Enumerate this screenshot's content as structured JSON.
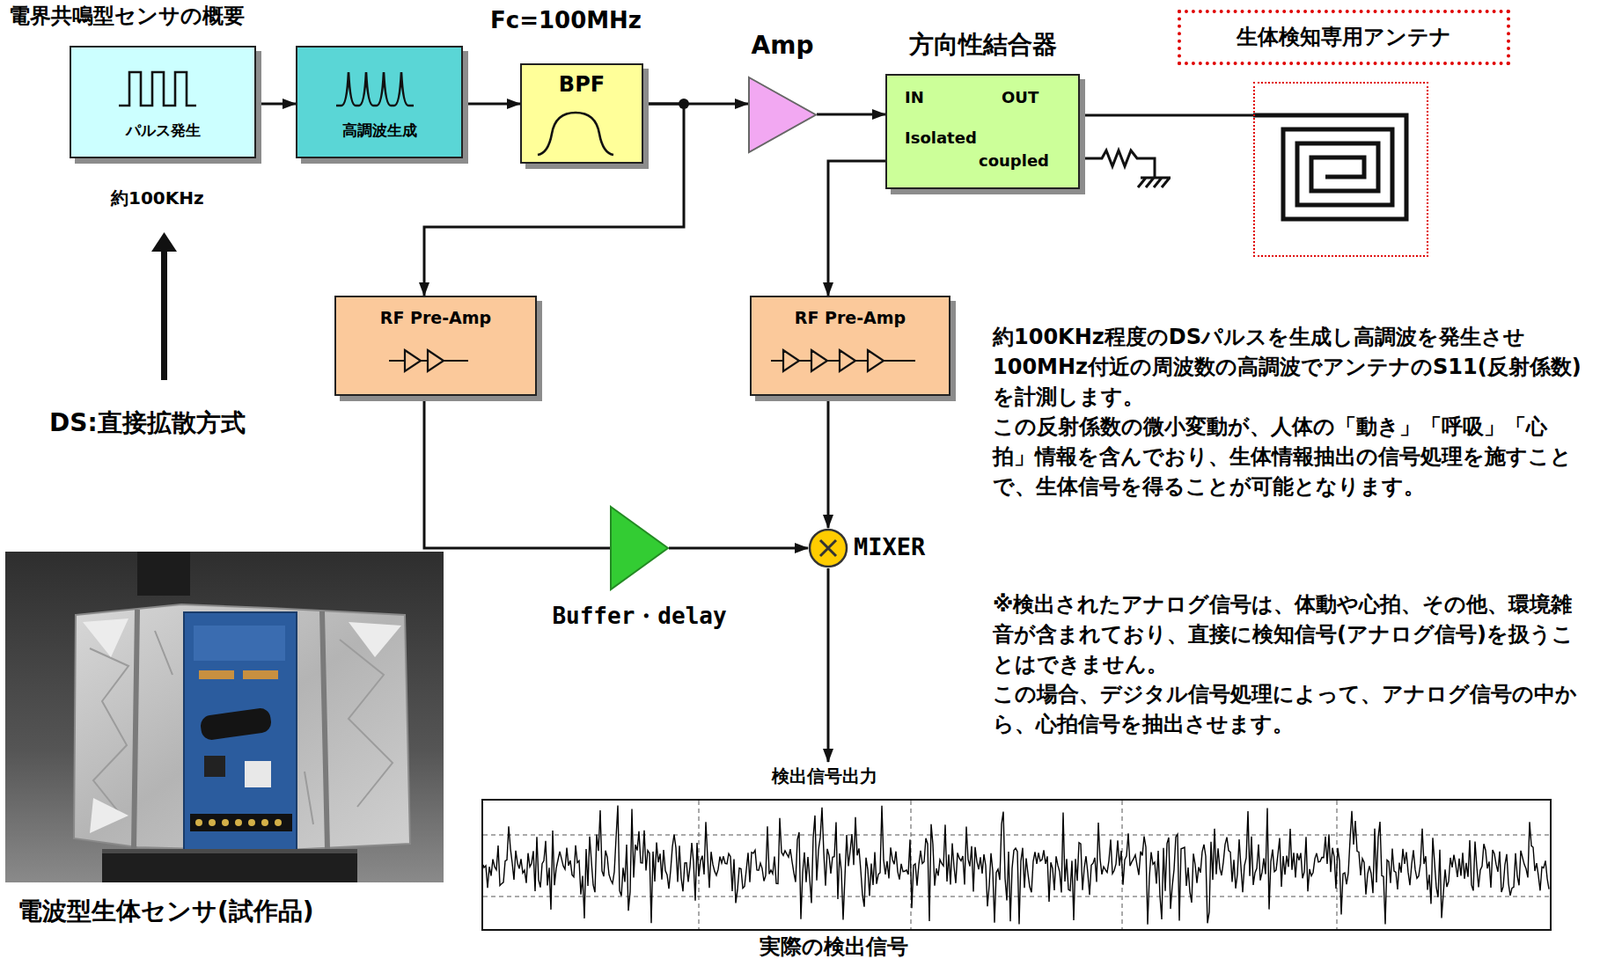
{
  "diagram": {
    "title": "電界共鳴型センサの概要",
    "nodes": [
      {
        "text": [
          "パルス発生"
        ]
      },
      {
        "text": [
          "高調波生成"
        ]
      },
      {
        "text": [
          "BPF"
        ]
      },
      {
        "text": [
          "Amp"
        ]
      },
      {
        "text": [
          "方向性結合器",
          "IN",
          "OUT",
          "Isolated",
          "coupled"
        ]
      },
      {
        "text": [
          "生体検知専用アンテナ"
        ]
      },
      {
        "text": [
          "RF Pre-Amp"
        ]
      },
      {
        "text": [
          "RF Pre-Amp"
        ]
      },
      {
        "text": [
          "Buffer・delay"
        ]
      },
      {
        "text": [
          "MIXER"
        ]
      },
      {
        "text": [
          "検出信号出力",
          "実際の検出信号"
        ]
      },
      {
        "text": [
          "電波型生体センサ(試作品)"
        ]
      }
    ],
    "edges": [
      {
        "from": 0,
        "to": 1,
        "arrow": "to"
      },
      {
        "from": 1,
        "to": 2,
        "arrow": "to"
      },
      {
        "from": 2,
        "to": 3,
        "arrow": "to"
      },
      {
        "from": 3,
        "to": 4,
        "arrow": "to"
      },
      {
        "from": 4,
        "to": 5,
        "arrow": "none"
      },
      {
        "from": 2,
        "to": 6,
        "arrow": "to"
      },
      {
        "from": 4,
        "to": 7,
        "arrow": "to"
      },
      {
        "from": 6,
        "to": 8,
        "arrow": "none"
      },
      {
        "from": 8,
        "to": 9,
        "arrow": "to"
      },
      {
        "from": 7,
        "to": 9,
        "arrow": "to"
      },
      {
        "from": 9,
        "to": 10,
        "arrow": "to"
      }
    ],
    "labels": [
      "Fc=100MHz",
      "約100KHz",
      "DS:直接拡散方式",
      "約100KHz程度のDSパルスを生成し高調波を発生させ100MHz付近の周波数の高調波でアンテナのS11(反射係数)を計測します。",
      "この反射係数の微小変動が、人体の「動き」「呼吸」「心拍」情報を含んでおり、生体情報抽出の信号処理を施すことで、生体信号を得ることが可能となります。",
      "※検出されたアナログ信号は、体動や心拍、その他、環境雑音が含まれており、直接に検知信号(アナログ信号)を扱うことはできません。",
      "この場合、デジタル信号処理によって、アナログ信号の中から、心拍信号を抽出させます。"
    ]
  }
}
